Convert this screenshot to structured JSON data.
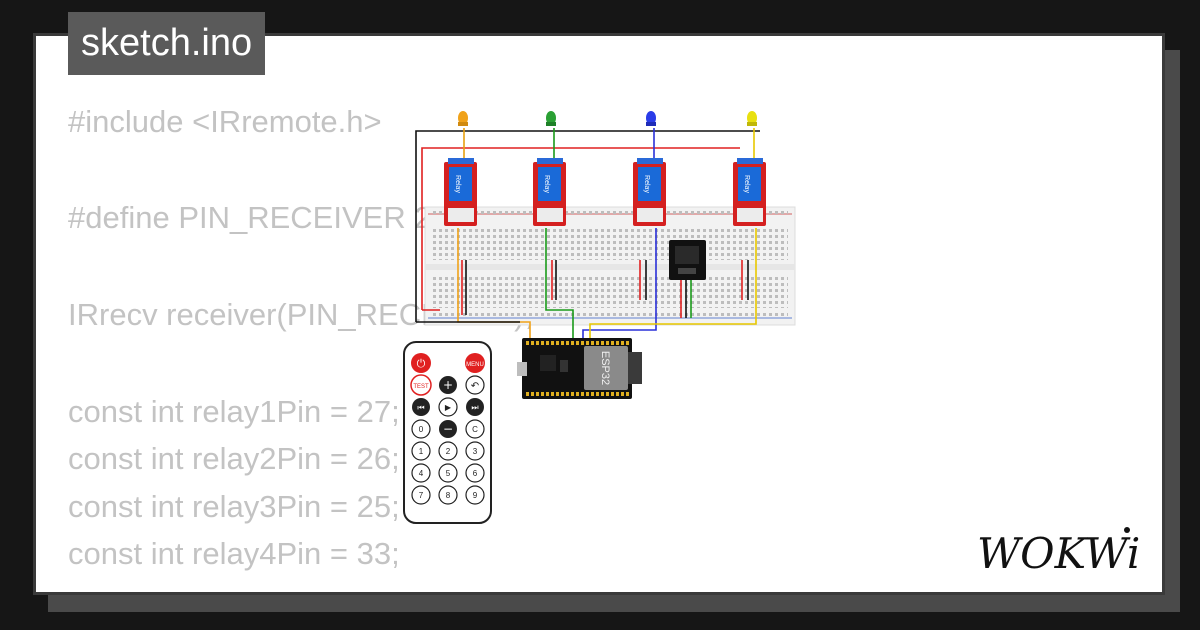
{
  "file_tab": {
    "title": "sketch.ino"
  },
  "code": {
    "lines": [
      "#include <IRremote.h>",
      "",
      "#define PIN_RECEIVER 2",
      "",
      "IRrecv receiver(PIN_RECEIVER);",
      "",
      "",
      "const int relay1Pin = 27;",
      "const int relay2Pin = 26;",
      "const int relay3Pin = 25;",
      "const int relay4Pin = 33;"
    ]
  },
  "diagram": {
    "leds": [
      {
        "color_name": "orange",
        "color": "#f0a21a"
      },
      {
        "color_name": "green",
        "color": "#2aa034"
      },
      {
        "color_name": "blue",
        "color": "#2a3ce8"
      },
      {
        "color_name": "yellow",
        "color": "#e8e010"
      }
    ],
    "relays": [
      {
        "label": "Relay"
      },
      {
        "label": "Relay"
      },
      {
        "label": "Relay"
      },
      {
        "label": "Relay"
      }
    ],
    "board": {
      "label": "ESP32"
    },
    "remote": {
      "top_row": [
        "⏻",
        "MENU"
      ],
      "row2": [
        "TEST",
        "+",
        "↶"
      ],
      "row3": [
        "⏮",
        "▶",
        "⏭"
      ],
      "row4": [
        "0",
        "−",
        "C"
      ],
      "digits": [
        "1",
        "2",
        "3",
        "4",
        "5",
        "6",
        "7",
        "8",
        "9"
      ]
    },
    "wire_colors": {
      "red": "#e02020",
      "black": "#111111",
      "green": "#1a9a1a",
      "blue": "#2a30d8",
      "yellow": "#e8c800",
      "orange": "#f0a21a"
    }
  },
  "brand": {
    "logo_text": "WOKWi"
  }
}
